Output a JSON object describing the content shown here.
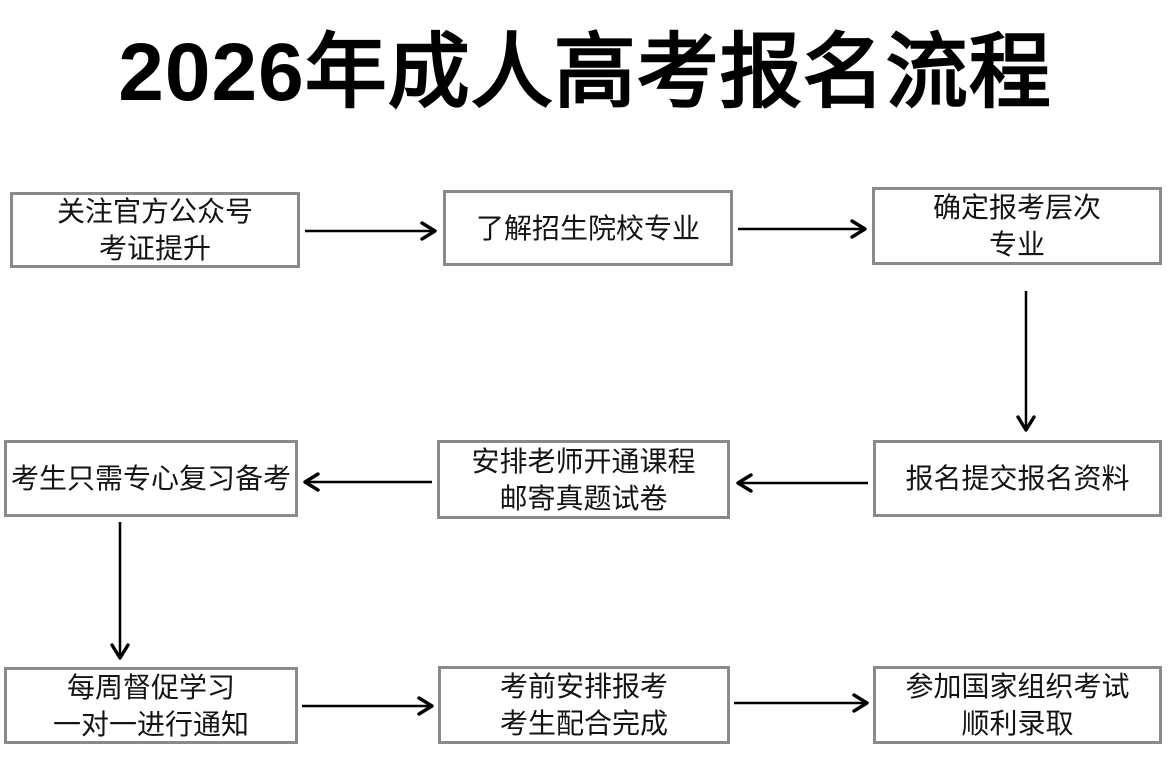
{
  "title": "2026年成人高考报名流程",
  "flow": {
    "nodes": [
      {
        "id": "step-1",
        "lines": [
          "关注官方公众号",
          "考证提升"
        ]
      },
      {
        "id": "step-2",
        "lines": [
          "了解招生院校专业"
        ]
      },
      {
        "id": "step-3",
        "lines": [
          "确定报考层次",
          "专业"
        ]
      },
      {
        "id": "step-4",
        "lines": [
          "报名提交报名资料"
        ]
      },
      {
        "id": "step-5",
        "lines": [
          "安排老师开通课程",
          "邮寄真题试卷"
        ]
      },
      {
        "id": "step-6",
        "lines": [
          "考生只需专心复习备考"
        ]
      },
      {
        "id": "step-7",
        "lines": [
          "每周督促学习",
          "一对一进行通知"
        ]
      },
      {
        "id": "step-8",
        "lines": [
          "考前安排报考",
          "考生配合完成"
        ]
      },
      {
        "id": "step-9",
        "lines": [
          "参加国家组织考试",
          "顺利录取"
        ]
      }
    ],
    "edges": [
      {
        "from": "step-1",
        "to": "step-2",
        "direction": "right"
      },
      {
        "from": "step-2",
        "to": "step-3",
        "direction": "right"
      },
      {
        "from": "step-3",
        "to": "step-4",
        "direction": "down"
      },
      {
        "from": "step-4",
        "to": "step-5",
        "direction": "left"
      },
      {
        "from": "step-5",
        "to": "step-6",
        "direction": "left"
      },
      {
        "from": "step-6",
        "to": "step-7",
        "direction": "down"
      },
      {
        "from": "step-7",
        "to": "step-8",
        "direction": "right"
      },
      {
        "from": "step-8",
        "to": "step-9",
        "direction": "right"
      }
    ],
    "colors": {
      "box_border": "#8a8a8a",
      "box_background": "#ffffff",
      "text": "#141414",
      "arrow": "#000000"
    }
  }
}
